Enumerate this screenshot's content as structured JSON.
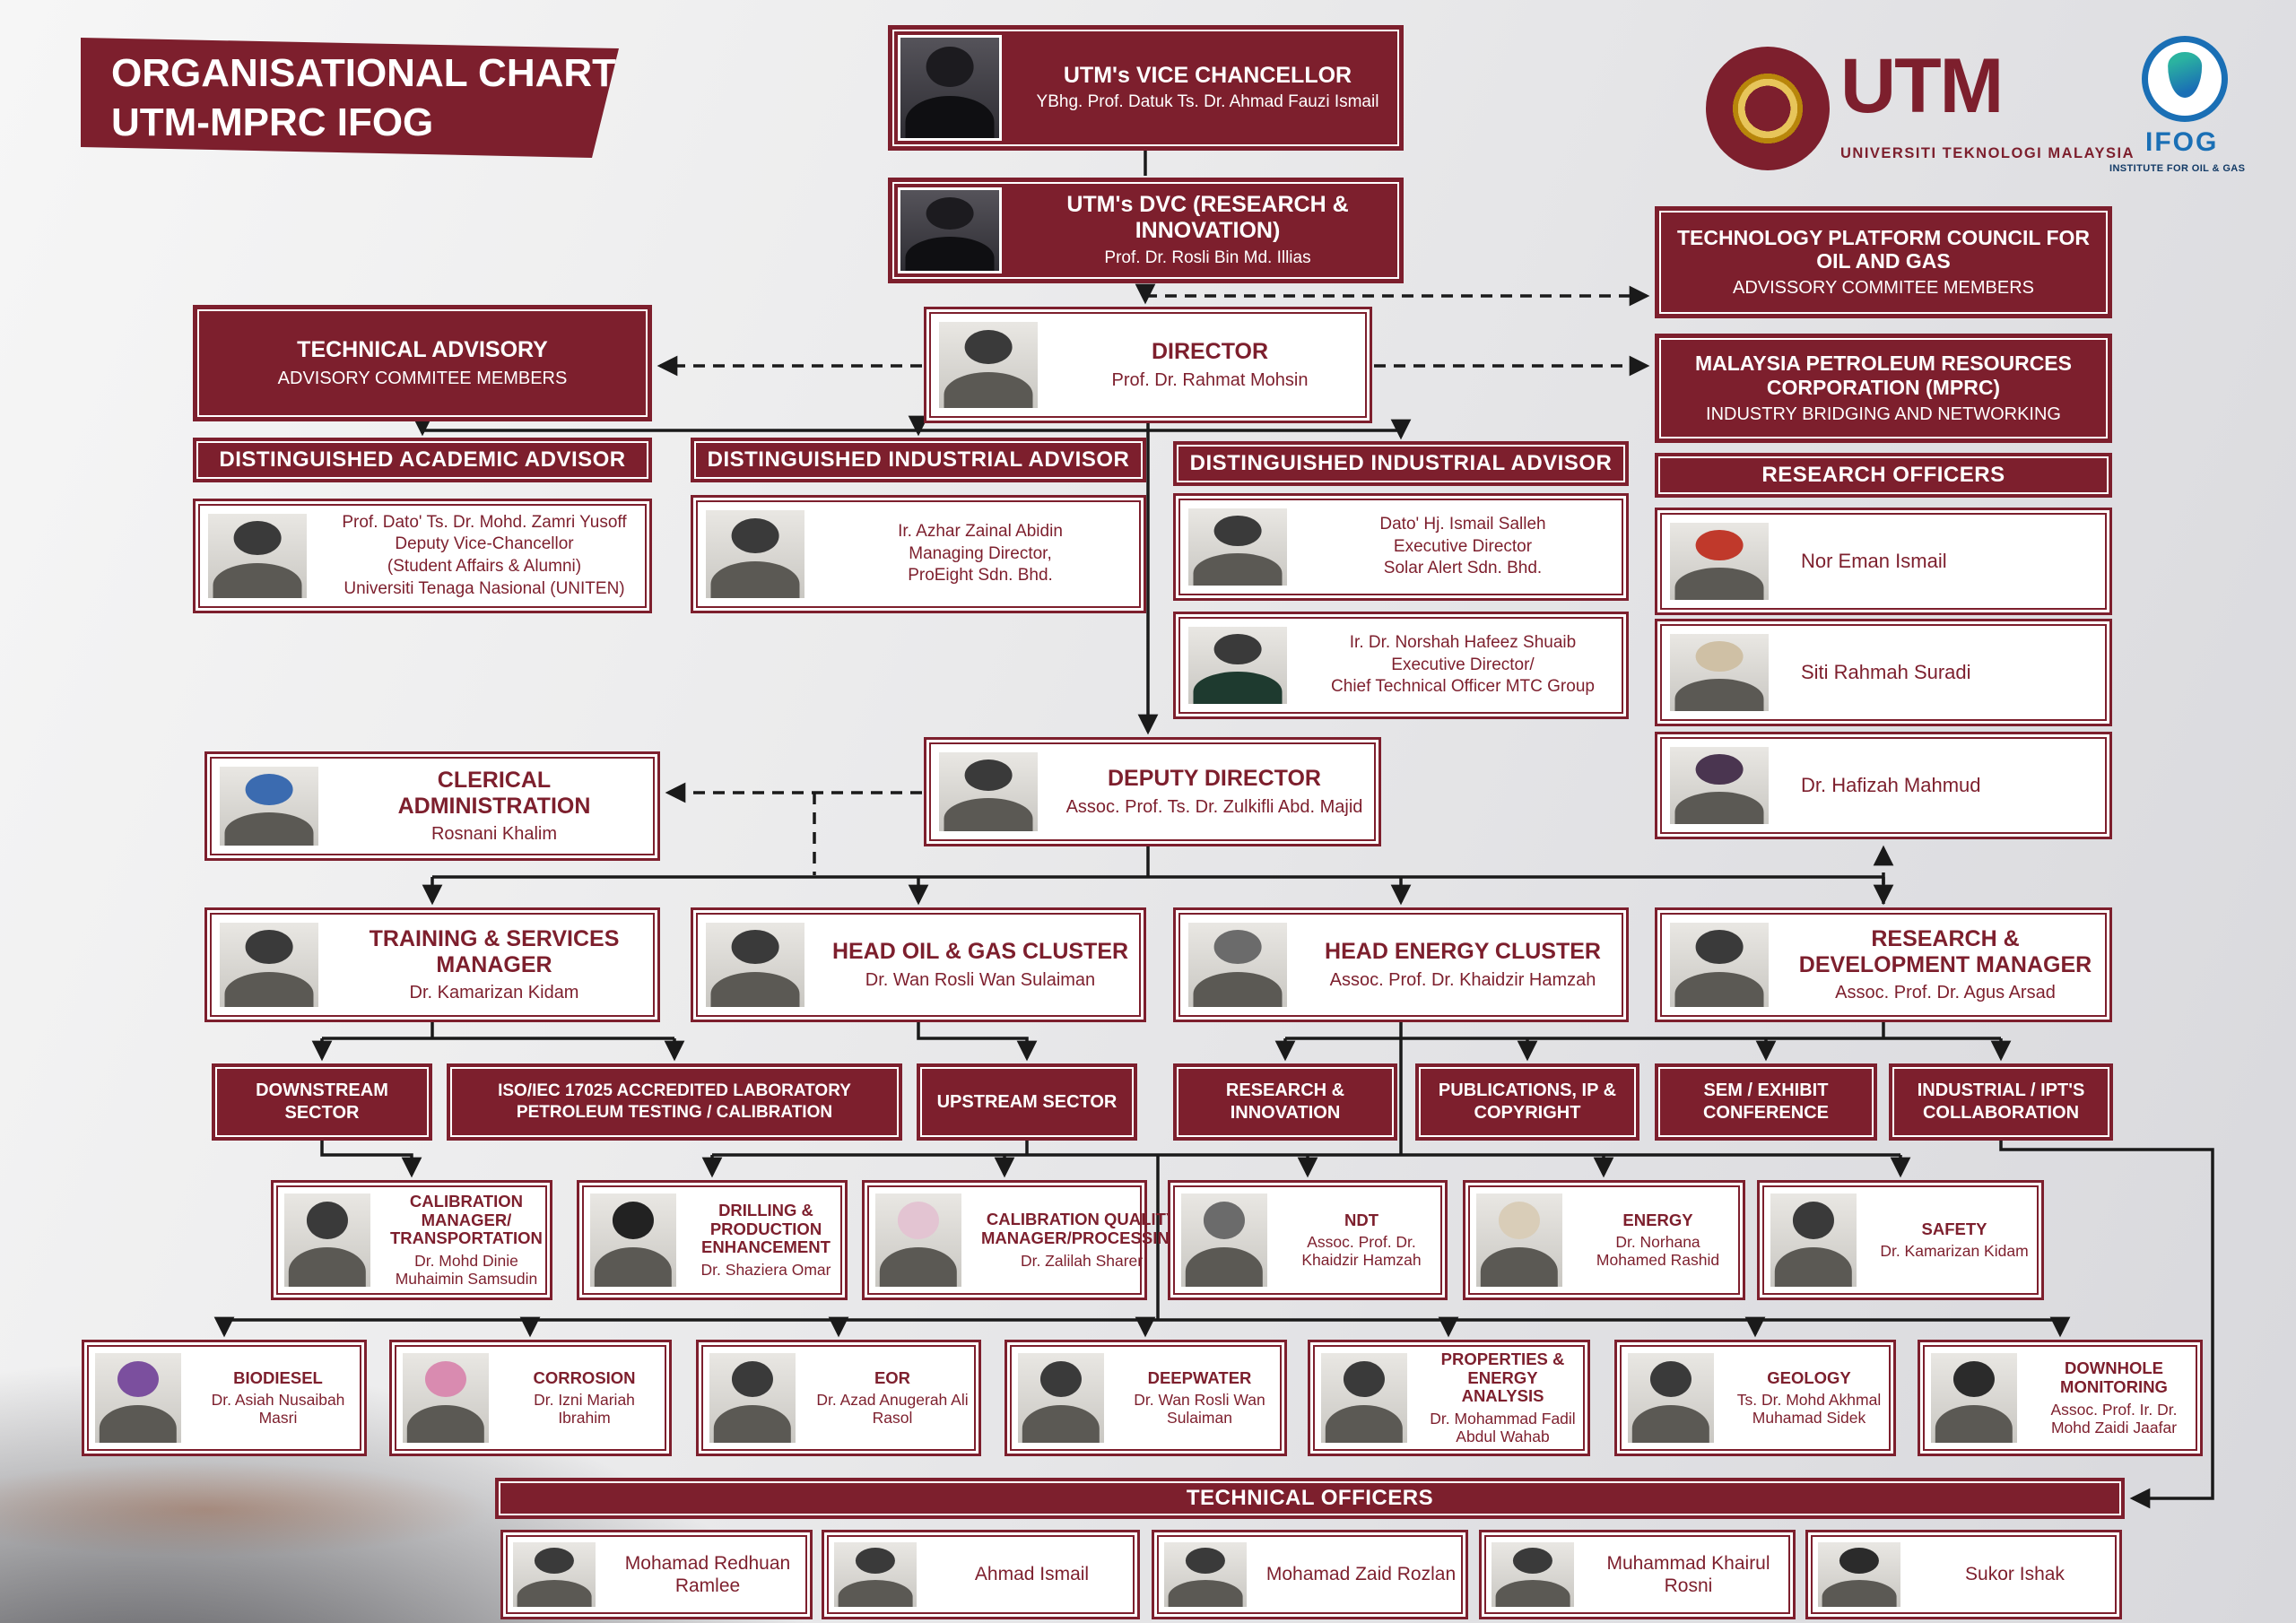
{
  "banner": {
    "line1": "ORGANISATIONAL CHART",
    "line2": "UTM-MPRC IFOG"
  },
  "logos": {
    "utm": {
      "acronym": "UTM",
      "subtitle": "UNIVERSITI  TEKNOLOGI  MALAYSIA"
    },
    "ifog": {
      "acronym": "IFOG",
      "subtitle": "INSTITUTE FOR OIL & GAS"
    }
  },
  "colors": {
    "maroon": "#7d1f2d",
    "line": "#1a1a1a"
  },
  "nodes": {
    "vc": {
      "title": "UTM's VICE CHANCELLOR",
      "name": "YBhg. Prof. Datuk Ts. Dr. Ahmad Fauzi Ismail"
    },
    "dvc": {
      "title": "UTM's DVC (RESEARCH & INNOVATION)",
      "name": "Prof. Dr. Rosli Bin Md. Illias"
    },
    "director": {
      "title": "DIRECTOR",
      "name": "Prof. Dr. Rahmat Mohsin"
    },
    "deputy_director": {
      "title": "DEPUTY DIRECTOR",
      "name": "Assoc. Prof. Ts. Dr. Zulkifli Abd. Majid"
    },
    "technical_advisory": {
      "title": "TECHNICAL ADVISORY",
      "subtitle": "ADVISORY COMMITEE MEMBERS"
    },
    "tech_platform_council": {
      "title": "TECHNOLOGY PLATFORM COUNCIL FOR OIL AND GAS",
      "subtitle": "ADVISSORY COMMITEE MEMBERS"
    },
    "mprc": {
      "title": "MALAYSIA PETROLEUM RESOURCES CORPORATION (MPRC)",
      "subtitle": "INDUSTRY BRIDGING AND NETWORKING"
    },
    "clerical": {
      "title": "CLERICAL ADMINISTRATION",
      "name": "Rosnani Khalim"
    }
  },
  "advisors": {
    "academic_header": "DISTINGUISHED ACADEMIC ADVISOR",
    "academic": {
      "lines": [
        "Prof. Dato' Ts. Dr. Mohd. Zamri  Yusoff",
        "Deputy Vice-Chancellor",
        "(Student Affairs & Alumni)",
        "Universiti Tenaga Nasional (UNITEN)"
      ]
    },
    "industrial1_header": "DISTINGUISHED INDUSTRIAL ADVISOR",
    "industrial1": {
      "lines": [
        "Ir. Azhar Zainal Abidin",
        "Managing Director,",
        "ProEight Sdn. Bhd."
      ]
    },
    "industrial2_header": "DISTINGUISHED INDUSTRIAL ADVISOR",
    "industrial2a": {
      "lines": [
        "Dato' Hj. Ismail Salleh",
        "Executive Director",
        "Solar Alert Sdn. Bhd."
      ]
    },
    "industrial2b": {
      "lines": [
        "Ir. Dr. Norshah Hafeez Shuaib",
        "Executive Director/",
        "Chief Technical Officer MTC Group"
      ]
    }
  },
  "research_officers": {
    "header": "RESEARCH OFFICERS",
    "members": [
      "Nor Eman Ismail",
      "Siti Rahmah Suradi",
      "Dr. Hafizah Mahmud"
    ]
  },
  "managers": [
    {
      "title": "TRAINING & SERVICES MANAGER",
      "name": "Dr. Kamarizan Kidam"
    },
    {
      "title": "HEAD OIL & GAS CLUSTER",
      "name": "Dr. Wan Rosli  Wan Sulaiman"
    },
    {
      "title": "HEAD ENERGY CLUSTER",
      "name": "Assoc. Prof. Dr. Khaidzir Hamzah"
    },
    {
      "title": "RESEARCH & DEVELOPMENT MANAGER",
      "name": "Assoc. Prof. Dr. Agus Arsad"
    }
  ],
  "sectors": [
    "DOWNSTREAM SECTOR",
    "ISO/IEC 17025 ACCREDITED LABORATORY PETROLEUM TESTING / CALIBRATION",
    "UPSTREAM SECTOR",
    "RESEARCH & INNOVATION",
    "PUBLICATIONS, IP & COPYRIGHT",
    "SEM / EXHIBIT CONFERENCE",
    "INDUSTRIAL / IPT'S COLLABORATION"
  ],
  "specialists": [
    {
      "title": "CALIBRATION MANAGER/ TRANSPORTATION",
      "name": "Dr. Mohd Dinie Muhaimin Samsudin"
    },
    {
      "title": "DRILLING & PRODUCTION ENHANCEMENT",
      "name": "Dr. Shaziera Omar"
    },
    {
      "title": "CALIBRATION QUALITY MANAGER/PROCESSING",
      "name": "Dr. Zalilah Sharer"
    },
    {
      "title": "NDT",
      "name": "Assoc. Prof. Dr. Khaidzir Hamzah"
    },
    {
      "title": "ENERGY",
      "name": "Dr. Norhana Mohamed Rashid"
    },
    {
      "title": "SAFETY",
      "name": "Dr. Kamarizan Kidam"
    }
  ],
  "focus_areas": [
    {
      "title": "BIODIESEL",
      "name": "Dr. Asiah Nusaibah Masri"
    },
    {
      "title": "CORROSION",
      "name": "Dr. Izni Mariah Ibrahim"
    },
    {
      "title": "EOR",
      "name": "Dr. Azad Anugerah Ali Rasol"
    },
    {
      "title": "DEEPWATER",
      "name": "Dr. Wan Rosli Wan Sulaiman"
    },
    {
      "title": "PROPERTIES & ENERGY ANALYSIS",
      "name": "Dr. Mohammad Fadil Abdul Wahab"
    },
    {
      "title": "GEOLOGY",
      "name": "Ts. Dr. Mohd Akhmal Muhamad Sidek"
    },
    {
      "title": "DOWNHOLE MONITORING",
      "name": "Assoc. Prof. Ir. Dr. Mohd Zaidi Jaafar"
    }
  ],
  "technical_officers": {
    "header": "TECHNICAL OFFICERS",
    "members": [
      "Mohamad  Redhuan Ramlee",
      "Ahmad Ismail",
      "Mohamad Zaid Rozlan",
      "Muhammad Khairul Rosni",
      "Sukor Ishak"
    ]
  }
}
